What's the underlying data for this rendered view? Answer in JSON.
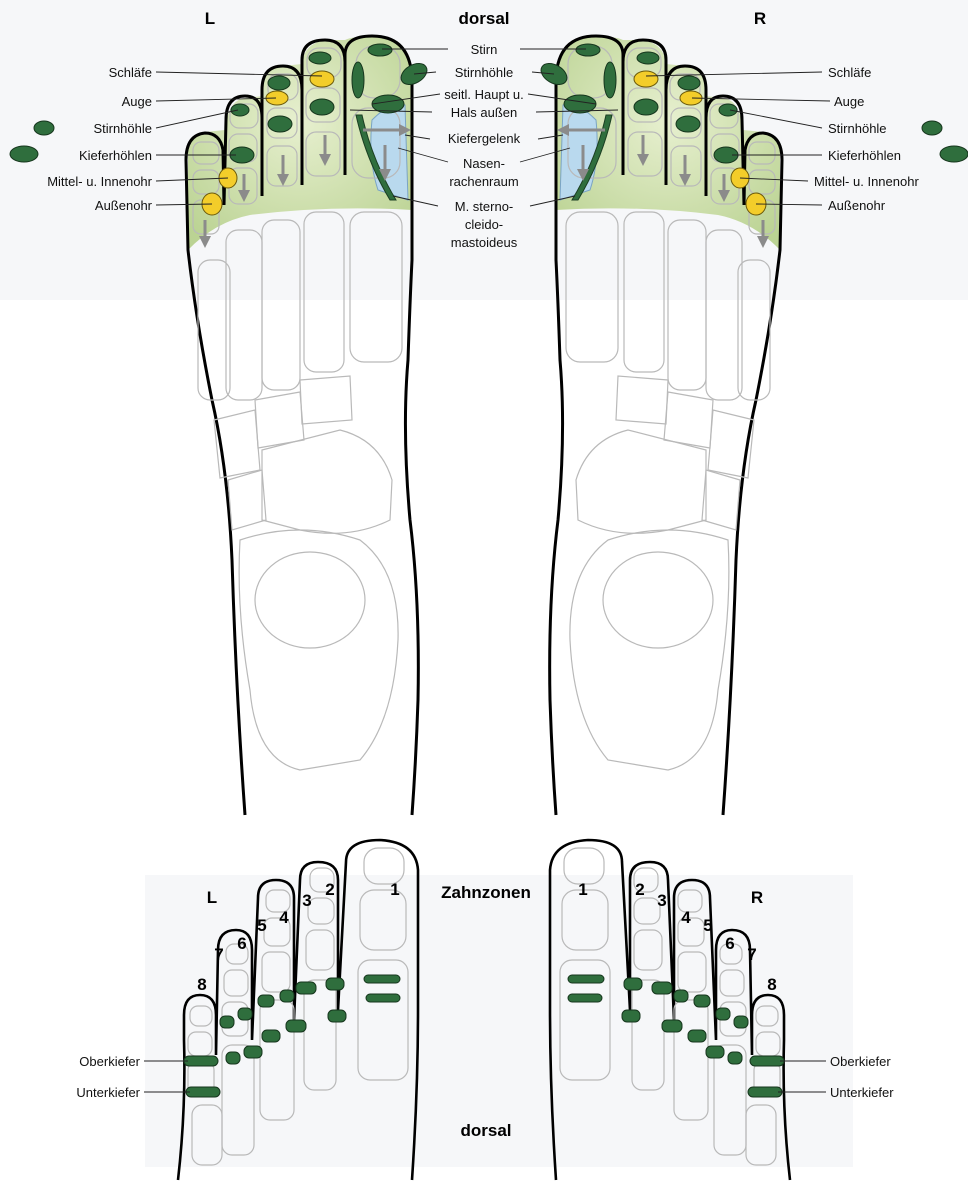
{
  "upper_figure": {
    "left_side": "L",
    "right_side": "R",
    "view": "dorsal",
    "labels": {
      "stirn": "Stirn",
      "schlaefe": "Schläfe",
      "stirnhoehle_big_toe": "Stirnhöhle",
      "auge": "Auge",
      "seitl_haupt": "seitl. Haupt u.",
      "hals_aussen": "Hals außen",
      "stirnhoehle_small_toes": "Stirnhöhle",
      "kiefergelenk": "Kiefergelenk",
      "kieferhoehlen": "Kieferhöhlen",
      "nasen": "Nasen-",
      "rachenraum": "rachenraum",
      "mittel_innenohr": "Mittel- u. Innenohr",
      "aussenohr": "Außenohr",
      "sterno1": "M. sterno-",
      "sterno2": "cleido-",
      "sterno3": "mastoideus"
    }
  },
  "lower_figure": {
    "title": "Zahnzonen",
    "left_side": "L",
    "right_side": "R",
    "view": "dorsal",
    "labels": {
      "oberkiefer": "Oberkiefer",
      "unterkiefer": "Unterkiefer"
    },
    "tooth_numbers": [
      "1",
      "2",
      "3",
      "4",
      "5",
      "6",
      "7",
      "8"
    ]
  },
  "colors": {
    "reflex_zone_green": "#2f6e3d",
    "reflex_zone_yellow": "#f3cd2a",
    "toe_area_fill": "#c9dca0",
    "nasopharynx_fill": "#b9d9ee",
    "arrow_grey": "#8b8b8b"
  }
}
